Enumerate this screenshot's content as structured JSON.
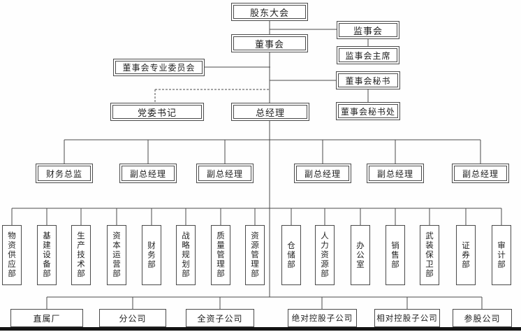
{
  "chart": {
    "type": "org-chart",
    "top": {
      "shareholders_meeting": "股东大会",
      "board_of_directors": "董事会",
      "board_committees": "董事会专业委员会",
      "party_secretary": "党委书记",
      "general_manager": "总经理",
      "supervisory_board": "监事会",
      "supervisory_chairman": "监事会主席",
      "board_secretary": "董事会秘书",
      "board_secretariat": "董事会秘书处"
    },
    "executives": [
      "财务总监",
      "副总经理",
      "副总经理",
      "副总经理",
      "副总经理",
      "副总经理"
    ],
    "departments": [
      "物资供应部",
      "基建设备部",
      "生产技术部",
      "资本运营部",
      "财务部",
      "战略规划部",
      "质量管理部",
      "资源管理部",
      "仓储部",
      "人力资源部",
      "办公室",
      "销售部",
      "武装保卫部",
      "证券部",
      "审计部"
    ],
    "subsidiaries": [
      "直属厂",
      "分公司",
      "全资子公司",
      "绝对控股子公司",
      "相对控股子公司",
      "参股公司"
    ],
    "colors": {
      "line": "#4a4a4a",
      "box_border": "#4a4a4a",
      "box_fill": "#ffffff",
      "text": "#1f1f1f",
      "bottom_bar": "#141414"
    }
  }
}
